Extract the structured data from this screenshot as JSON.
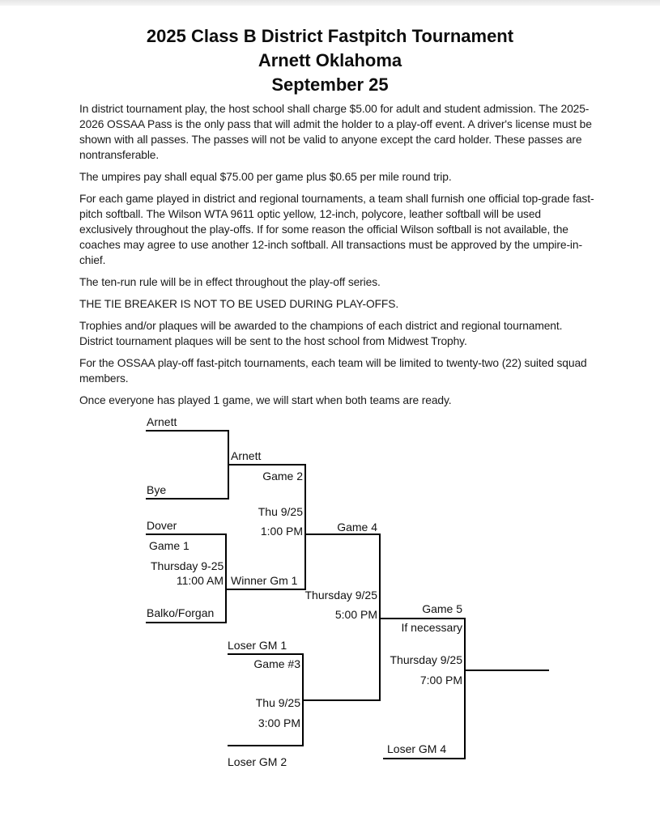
{
  "colors": {
    "paper": "#ffffff",
    "ink": "#1a1a1a",
    "bracket_line": "#000000"
  },
  "header": {
    "line1": "2025 Class B District Fastpitch Tournament",
    "line2": "Arnett Oklahoma",
    "line3": "September 25"
  },
  "paragraphs": [
    "In district tournament play, the host school shall charge $5.00 for adult and student admission. The 2025-2026 OSSAA Pass is the only pass that will admit the holder to a play-off event. A driver's license must be shown with all passes. The passes will not be valid to anyone except the card holder. These passes are nontransferable.",
    "The umpires pay shall equal $75.00 per game plus $0.65 per mile round trip.",
    "For each game played in district and regional tournaments, a team shall furnish one official top-grade fast-pitch softball. The Wilson WTA 9611 optic yellow, 12-inch, polycore, leather softball will be used exclusively throughout the play-offs. If for some reason the official Wilson softball is not available, the coaches may agree to use another 12-inch softball. All transactions must be approved by the umpire-in-chief.",
    "The ten-run rule will be in effect throughout the play-off series.",
    "THE TIE BREAKER IS NOT TO BE USED DURING PLAY-OFFS.",
    "Trophies and/or plaques will be awarded to the champions of each district and regional tournament. District tournament plaques will be sent to the host school from Midwest Trophy.",
    "For the OSSAA play-off fast-pitch tournaments, each team will be limited to twenty-two (22) suited squad members.",
    "Once everyone has played 1 game, we will start when both teams are ready."
  ],
  "bracket": {
    "teams": {
      "team1": "Arnett",
      "team2": "Bye",
      "team3": "Dover",
      "team4": "Balko/Forgan"
    },
    "advancers": {
      "game2_top": "Arnett",
      "game2_bottom": "Winner Gm 1"
    },
    "game1": {
      "label": "Game 1",
      "date": "Thursday 9-25",
      "time": "11:00 AM"
    },
    "game2": {
      "label": "Game 2",
      "date": "Thu 9/25",
      "time": "1:00 PM"
    },
    "game3": {
      "label": "Game #3",
      "date": "Thu 9/25",
      "time": "3:00 PM",
      "slot_top": "Loser GM 1",
      "slot_bottom": "Loser GM 2"
    },
    "game4": {
      "label": "Game 4",
      "date": "Thursday 9/25",
      "time": "5:00 PM"
    },
    "game5": {
      "label": "Game 5",
      "note": "If necessary",
      "date": "Thursday 9/25",
      "time": "7:00 PM",
      "slot_bottom": "Loser GM 4"
    }
  }
}
